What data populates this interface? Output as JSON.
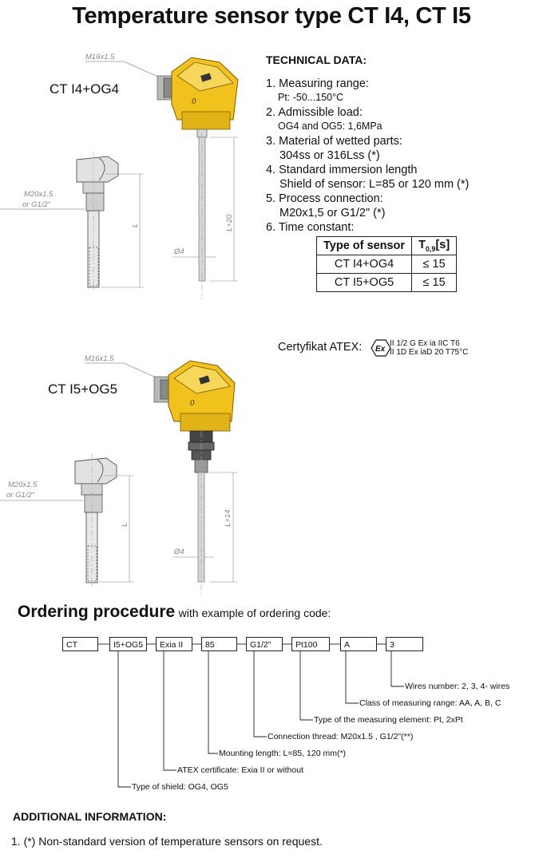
{
  "title": "Temperature sensor type CT I4, CT I5",
  "models": {
    "m1": {
      "label": "CT I4+OG4",
      "thread": "M16x1.5",
      "conn1": "M20x1.5",
      "conn2": "or G1/2\"",
      "dia": "Ø4",
      "len_l": "L",
      "len_l2": "L+20"
    },
    "m2": {
      "label": "CT I5+OG5",
      "thread": "M16x1.5",
      "conn1": "M20x1.5",
      "conn2": "or G1/2\"",
      "dia": "Ø4",
      "len_l": "L",
      "len_l2": "L+14"
    }
  },
  "tech": {
    "heading": "TECHNICAL DATA:",
    "i1": "1. Measuring range:",
    "i1s": "Pt:  -50...150°C",
    "i2": "2. Admissible load:",
    "i2s": "OG4 and OG5: 1,6MPa",
    "i3": "3. Material of wetted parts:",
    "i3s": "304ss or 316Lss (*)",
    "i4": "4. Standard immersion length",
    "i4s": "Shield of sensor: L=85 or 120 mm (*)",
    "i5": "5. Process connection:",
    "i5s": "M20x1,5 or G1/2\" (*)",
    "i6": "6. Time constant:"
  },
  "time_table": {
    "h1": "Type of sensor",
    "h2_t": "T",
    "h2_sub": "0,9",
    "h2_unit": "[s]",
    "rows": [
      {
        "type": "CT I4+OG4",
        "val": "≤ 15"
      },
      {
        "type": "CT I5+OG5",
        "val": "≤ 15"
      }
    ]
  },
  "atex": {
    "label": "Certyfikat ATEX:",
    "mark": "Ex",
    "line1": "II 1/2 G Ex ia IIC T6",
    "line2": "II 1D Ex iaD 20 T75°C"
  },
  "ordering": {
    "heading": "Ordering procedure",
    "subheading": "with example of ordering code:",
    "codes": [
      "CT",
      "I5+OG5",
      "Exia II",
      "85",
      "G1/2\"",
      "Pt100",
      "A",
      "3"
    ],
    "legend": [
      "Wires number: 2, 3, 4- wires",
      "Class of measuring range: AA, A, B, C",
      "Type of the measuring element: Pt, 2xPt",
      "Connection thread: M20x1.5 , G1/2\"(**)",
      "Mounting length: L=85, 120 mm(*)",
      "ATEX certificate: Exia II or without",
      "Type of shield: OG4, OG5"
    ]
  },
  "additional": {
    "heading": "ADDITIONAL INFORMATION:",
    "item1": "1. (*) Non-standard version of temperature sensors on request."
  },
  "colors": {
    "head_yellow": "#f2c21c",
    "head_shade": "#c99a10",
    "metal": "#cfcfcf",
    "dark_nut": "#555555"
  }
}
